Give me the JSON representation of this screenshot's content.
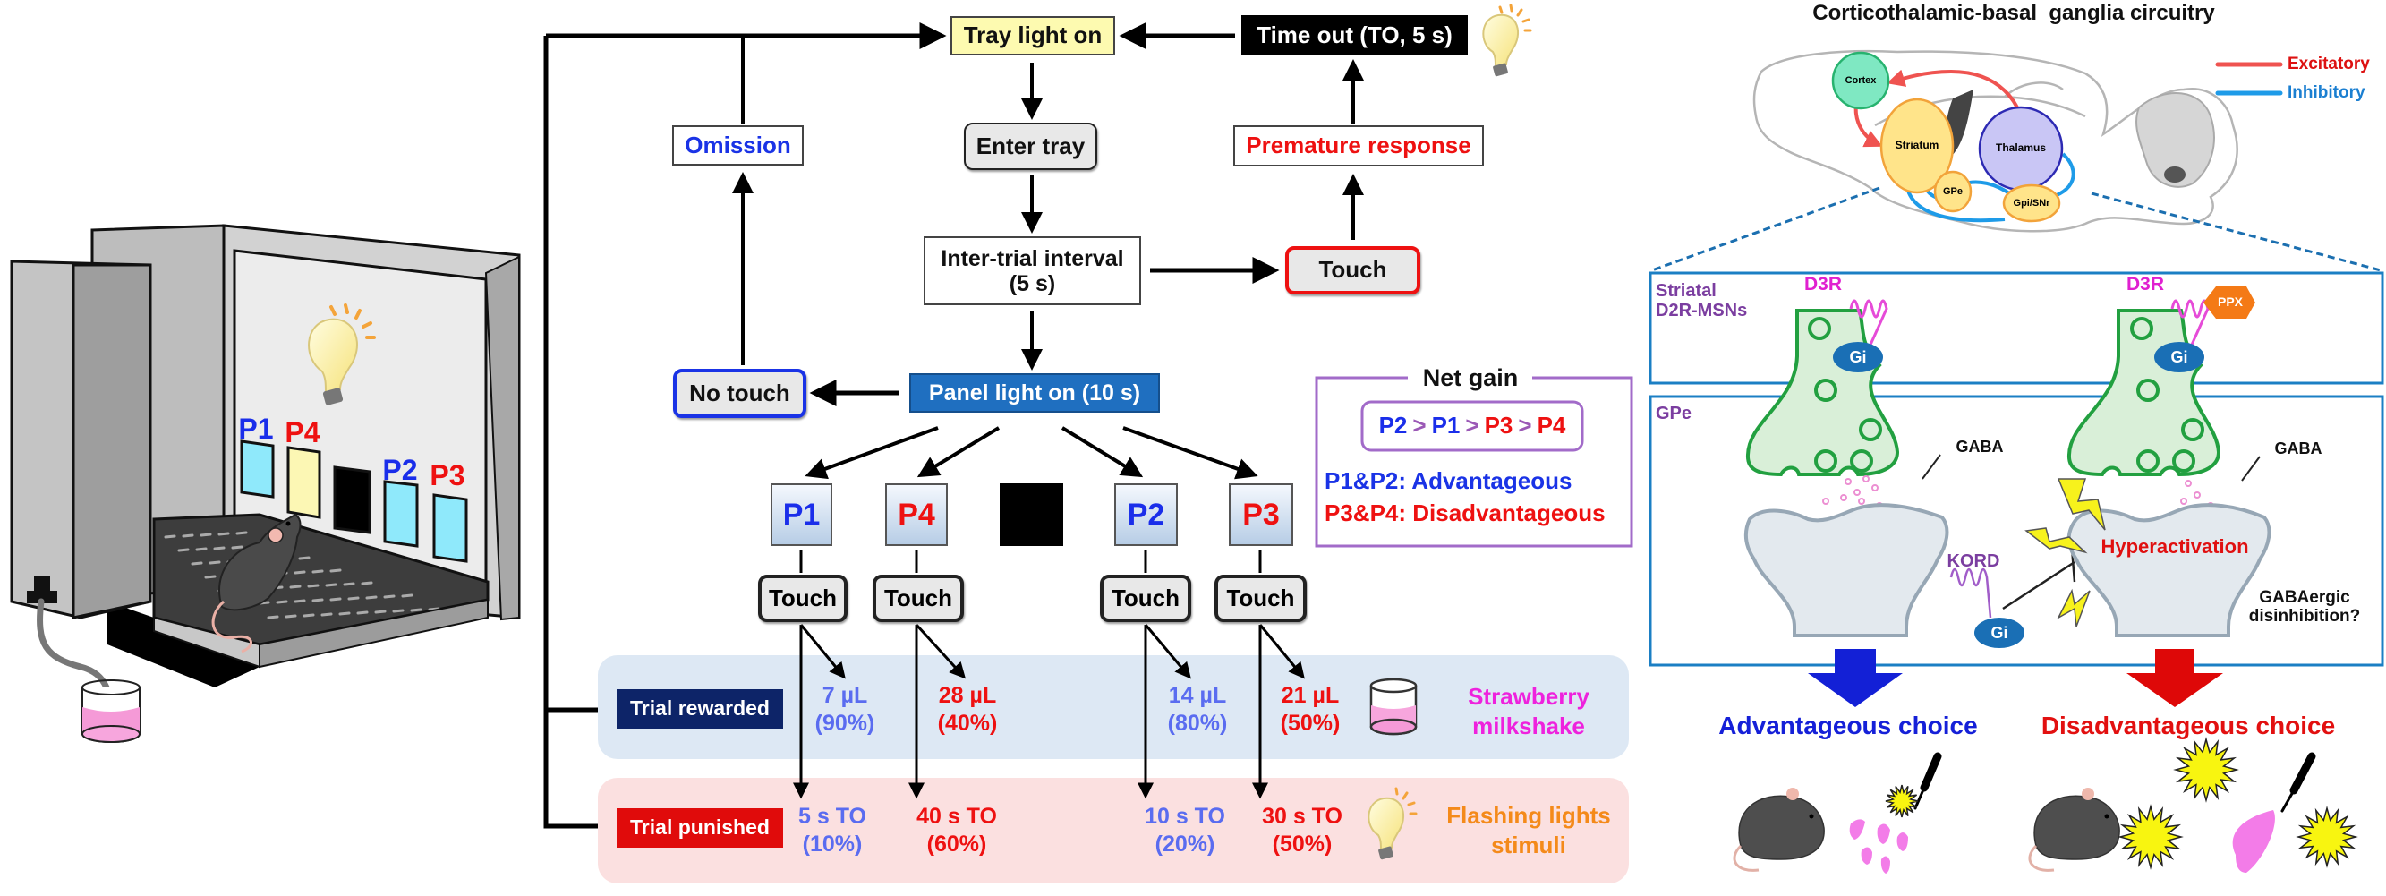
{
  "figure": {
    "apparatus": {
      "panel_labels": [
        {
          "text": "P1",
          "color": "#1a2eea"
        },
        {
          "text": "P4",
          "color": "#ee1111"
        },
        {
          "text": "P2",
          "color": "#1a2eea"
        },
        {
          "text": "P3",
          "color": "#ee1111"
        }
      ]
    },
    "flowchart": {
      "tray_light_on": "Tray light on",
      "time_out": "Time out (TO, 5 s)",
      "omission": "Omission",
      "enter_tray": "Enter tray",
      "premature_response": "Premature response",
      "inter_trial_interval_line1": "Inter-trial interval",
      "inter_trial_interval_line2": "(5 s)",
      "touch_premature": "Touch",
      "no_touch": "No touch",
      "panel_light_on": "Panel light on (10 s)",
      "panels": [
        {
          "label": "P1",
          "color": "#1a2eea",
          "touch": "Touch",
          "reward": "7 µL",
          "reward_prob": "(90%)",
          "punish": "5 s TO",
          "punish_prob": "(10%)",
          "text_color": "#5a6cf0"
        },
        {
          "label": "P4",
          "color": "#ee1111",
          "touch": "Touch",
          "reward": "28 µL",
          "reward_prob": "(40%)",
          "punish": "40 s TO",
          "punish_prob": "(60%)",
          "text_color": "#ee1111"
        },
        {
          "label": "P2",
          "color": "#1a2eea",
          "touch": "Touch",
          "reward": "14 µL",
          "reward_prob": "(80%)",
          "punish": "10 s TO",
          "punish_prob": "(20%)",
          "text_color": "#5a6cf0"
        },
        {
          "label": "P3",
          "color": "#ee1111",
          "touch": "Touch",
          "reward": "21 µL",
          "reward_prob": "(50%)",
          "punish": "30 s TO",
          "punish_prob": "(50%)",
          "text_color": "#ee1111"
        }
      ],
      "trial_rewarded": "Trial rewarded",
      "trial_punished": "Trial punished",
      "reward_stimulus_line1": "Strawberry",
      "reward_stimulus_line2": "milkshake",
      "punish_stimulus_line1": "Flashing lights",
      "punish_stimulus_line2": "stimuli"
    },
    "net_gain": {
      "title": "Net gain",
      "ranking": [
        {
          "text": "P2",
          "color": "#1a2eea"
        },
        {
          "text": ">",
          "color": "#9b59b6"
        },
        {
          "text": "P1",
          "color": "#1a2eea"
        },
        {
          "text": ">",
          "color": "#9b59b6"
        },
        {
          "text": "P3",
          "color": "#ee1111"
        },
        {
          "text": ">",
          "color": "#9b59b6"
        },
        {
          "text": "P4",
          "color": "#ee1111"
        }
      ],
      "advantageous": "P1&P2: Advantageous",
      "disadvantageous": "P3&P4: Disadvantageous"
    },
    "circuit": {
      "title": "Corticothalamic-basal  ganglia circuitry",
      "legend": [
        {
          "label": "Excitatory",
          "color": "#ef5350",
          "text_color": "#dd1111"
        },
        {
          "label": "Inhibitory",
          "color": "#1e9be8",
          "text_color": "#1b7fd1"
        }
      ],
      "regions": {
        "cortex": "Cortex",
        "striatum": "Striatum",
        "thalamus": "Thalamus",
        "gpe": "GPe",
        "gpi_snr": "Gpi/SNr"
      }
    },
    "synapse": {
      "striatal_label_line1": "Striatal",
      "striatal_label_line2": "D2R-MSNs",
      "gpe_label": "GPe",
      "d3r_left": "D3R",
      "d3r_right": "D3R",
      "ppx": "PPX",
      "gi": "Gi",
      "gaba_left": "GABA",
      "gaba_right": "GABA",
      "kord": "KORD",
      "hyperactivation": "Hyperactivation",
      "gabaergic_line1": "GABAergic",
      "gabaergic_line2": "disinhibition?",
      "advantageous_choice": "Advantageous choice",
      "disadvantageous_choice": "Disadvantageous choice"
    }
  }
}
